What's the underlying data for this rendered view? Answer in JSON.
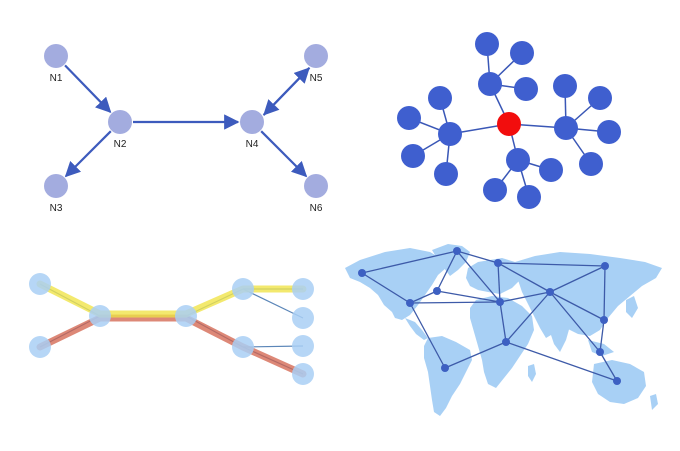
{
  "panels": {
    "directed_graph": {
      "nodes": [
        {
          "id": "n1",
          "label": "N1"
        },
        {
          "id": "n2",
          "label": "N2"
        },
        {
          "id": "n3",
          "label": "N3"
        },
        {
          "id": "n4",
          "label": "N4"
        },
        {
          "id": "n5",
          "label": "N5"
        },
        {
          "id": "n6",
          "label": "N6"
        }
      ],
      "edges": [
        {
          "from": "n1",
          "to": "n2"
        },
        {
          "from": "n2",
          "to": "n3"
        },
        {
          "from": "n2",
          "to": "n4"
        },
        {
          "from": "n4",
          "to": "n5"
        },
        {
          "from": "n5",
          "to": "n4"
        },
        {
          "from": "n4",
          "to": "n6"
        }
      ]
    },
    "cluster_network": {
      "highlight": "center-node"
    },
    "path_diagram": {
      "highlighted_paths": [
        "yellow-path",
        "red-path"
      ]
    },
    "world_network": {
      "map": "world-map"
    }
  },
  "colors": {
    "graph_node": "#a3acdf",
    "graph_edge": "#3d5bbd",
    "cluster_node": "#3f5fcf",
    "cluster_center": "#f20d0d",
    "cluster_edge": "#3a57b6",
    "path_node": "#a9cff5",
    "path_yellow": "#f0e44a",
    "path_red": "#d2604a",
    "map_land": "#a8d0f5",
    "map_node": "#3d60c2",
    "map_edge": "#3d5aa8"
  }
}
